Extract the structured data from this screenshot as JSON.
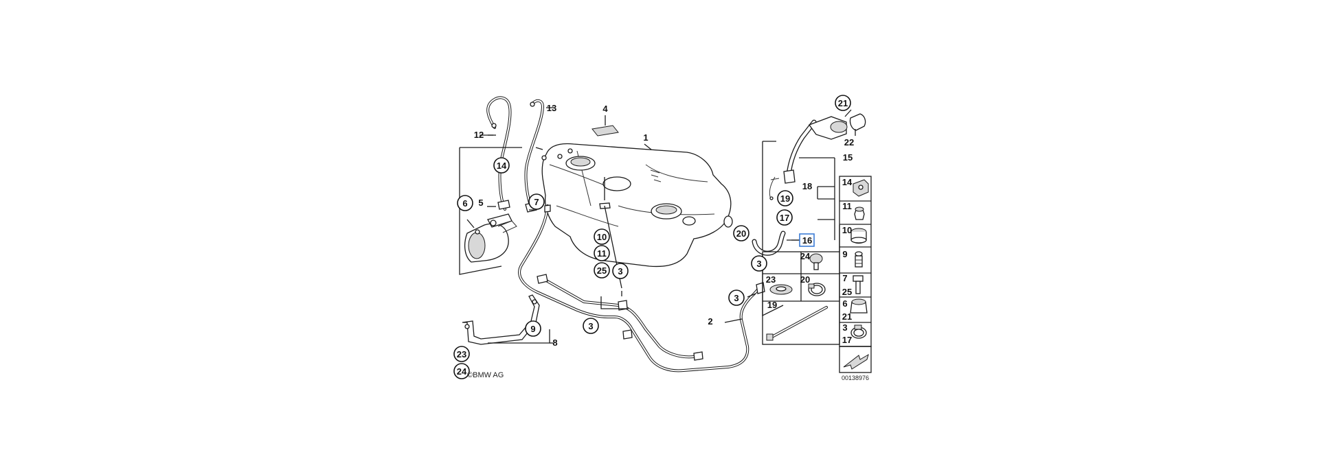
{
  "callouts": {
    "c1": "1",
    "c2": "2",
    "c3a": "3",
    "c3b": "3",
    "c3c": "3",
    "c3d": "3",
    "c4": "4",
    "c5": "5",
    "c6": "6",
    "c7": "7",
    "c8": "8",
    "c9": "9",
    "c10": "10",
    "c11": "11",
    "c12": "12",
    "c13": "13",
    "c14": "14",
    "c15": "15",
    "c16": "16",
    "c17": "17",
    "c18": "18",
    "c19": "19",
    "c20": "20",
    "c21": "21",
    "c22": "22",
    "c23": "23",
    "c24": "24",
    "c25": "25"
  },
  "parts_grid": {
    "r14": "14",
    "r11": "11",
    "r10": "10",
    "r9": "9",
    "r7": "7",
    "r25": "25",
    "r6": "6",
    "r21": "21",
    "r3": "3",
    "r17": "17",
    "l24": "24",
    "l23": "23",
    "l20": "20",
    "l19": "19"
  },
  "footer": {
    "copyright": "©BMW AG",
    "diagram_id": "00138976"
  }
}
